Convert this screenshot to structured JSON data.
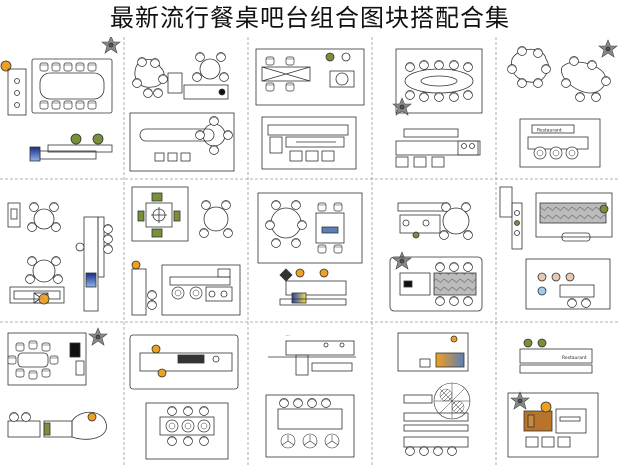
{
  "title": "最新流行餐桌吧台组合图块搭配合集",
  "grid": {
    "rows": 3,
    "columns": 5
  },
  "labels": {
    "restaurant_a": "Restaurant",
    "restaurant_b": "Restaurant"
  },
  "colors": {
    "line": "#333333",
    "olive": "#7a8f3a",
    "orange": "#f0a020",
    "blue": "#2a3fb0",
    "steel_blue": "#5b7fb8",
    "wood": "#b8742a",
    "marble": "#9a9a9a"
  },
  "icons": [
    "plant-star-icon",
    "tree-icon",
    "gradient-swatch-icon"
  ]
}
